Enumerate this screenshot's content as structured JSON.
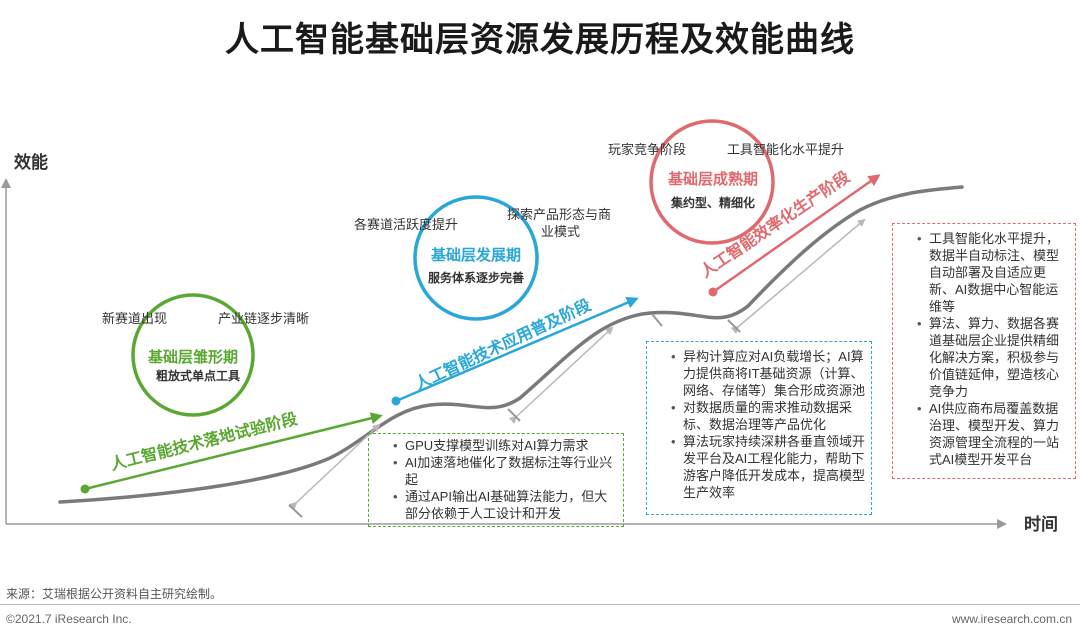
{
  "title": "人工智能基础层资源发展历程及效能曲线",
  "axes": {
    "y_label": "效能",
    "x_label": "时间"
  },
  "stages": [
    {
      "name": "基础层雏形期",
      "subtitle": "粗放式单点工具",
      "color": "#5aa832",
      "features": [
        "新赛道出现",
        "产业链逐步清晰"
      ]
    },
    {
      "name": "基础层发展期",
      "subtitle": "服务体系逐步完善",
      "color": "#2aa6d8",
      "features": [
        "各赛道活跃度提升",
        "探索产品形态与商",
        "业模式"
      ]
    },
    {
      "name": "基础层成熟期",
      "subtitle": "集约型、精细化",
      "color": "#e0696e",
      "features": [
        "玩家竞争阶段",
        "工具智能化水平提升"
      ]
    }
  ],
  "phases": [
    {
      "label": "人工智能技术落地试验阶段",
      "color": "#5aa832"
    },
    {
      "label": "人工智能技术应用普及阶段",
      "color": "#2aa6d8"
    },
    {
      "label": "人工智能效率化生产阶段",
      "color": "#e0696e"
    }
  ],
  "boxes": {
    "green": [
      "GPU支撑模型训练对AI算力需求",
      "AI加速落地催化了数据标注等行业兴起",
      "通过API输出AI基础算法能力，但大部分依赖于人工设计和开发"
    ],
    "blue": [
      "异构计算应对AI负载增长；AI算力提供商将IT基础资源（计算、网络、存储等）集合形成资源池",
      "对数据质量的需求推动数据采标、数据治理等产品优化",
      "算法玩家持续深耕各垂直领域开发平台及AI工程化能力，帮助下游客户降低开发成本，提高模型生产效率"
    ],
    "red": [
      "工具智能化水平提升，数据半自动标注、模型自动部署及自适应更新、AI数据中心智能运维等",
      "算法、算力、数据各赛道基础层企业提供精细化解决方案，积极参与价值链延伸，塑造核心竞争力",
      "AI供应商布局覆盖数据治理、模型开发、算力资源管理全流程的一站式AI模型开发平台"
    ]
  },
  "footer": {
    "source": "来源：艾瑞根据公开资料自主研究绘制。",
    "copyright": "©2021.7 iResearch Inc.",
    "website": "www.iresearch.com.cn"
  }
}
